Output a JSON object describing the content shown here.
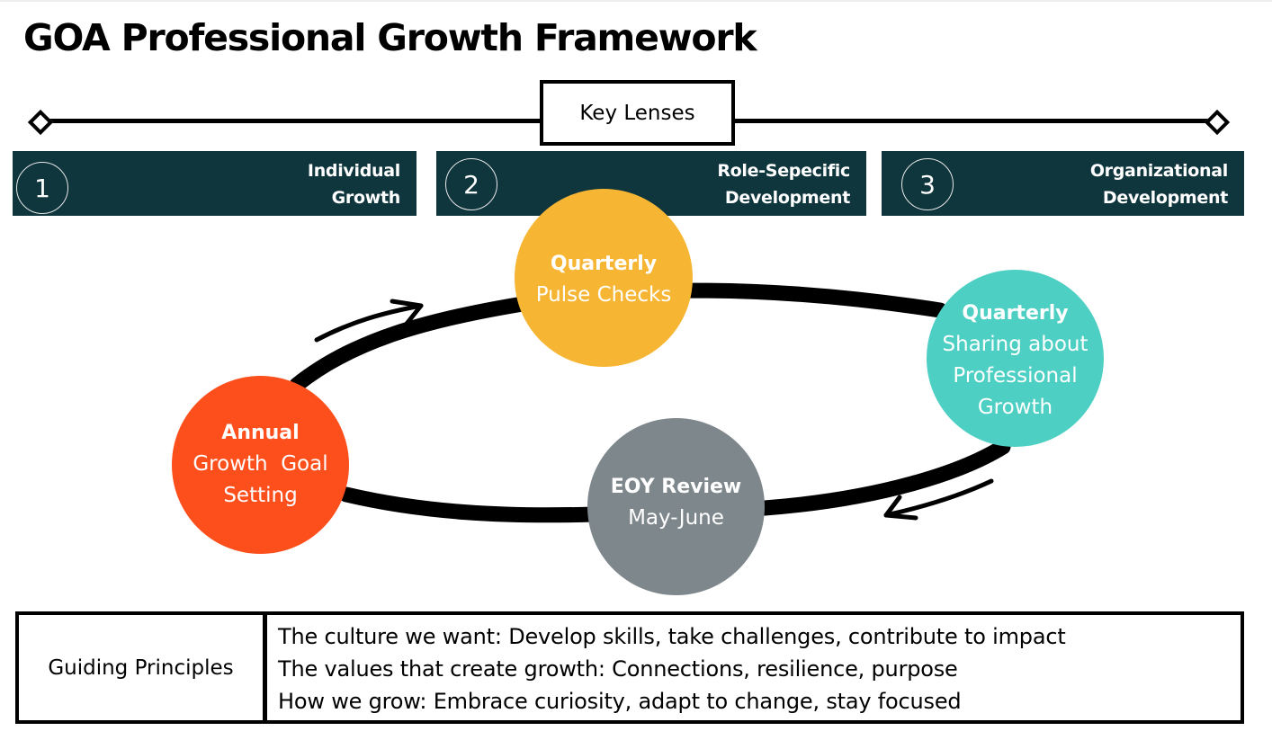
{
  "title": "GOA Professional Growth Framework",
  "key_lenses": {
    "label": "Key Lenses",
    "items": [
      {
        "number": "1",
        "line1": "Individual",
        "line2": "Growth"
      },
      {
        "number": "2",
        "line1": "Role-Sepecific",
        "line2": "Development"
      },
      {
        "number": "3",
        "line1": "Organizational",
        "line2": "Development"
      }
    ]
  },
  "cycle": {
    "nodes": [
      {
        "id": "pulse",
        "bold": "Quarterly",
        "lines": [
          "Pulse Checks"
        ],
        "color": "#f6b634"
      },
      {
        "id": "share",
        "bold": "Quarterly",
        "lines": [
          "Sharing about",
          "Professional",
          "Growth"
        ],
        "color": "#4ecfc3"
      },
      {
        "id": "eoy",
        "bold": "EOY Review",
        "lines": [
          "May-June"
        ],
        "color": "#7e878c"
      },
      {
        "id": "annual",
        "bold": "Annual",
        "lines": [
          "Growth  Goal",
          "Setting"
        ],
        "color": "#fc4f1c"
      }
    ],
    "direction": "clockwise"
  },
  "guiding_principles": {
    "label": "Guiding Principles",
    "items": [
      "The culture we want: Develop skills, take challenges, contribute to impact",
      "The values that create growth: Connections, resilience, purpose",
      "How we grow: Embrace curiosity, adapt to change, stay focused"
    ]
  },
  "colors": {
    "lens_bg": "#0f353d",
    "text_primary": "#000000"
  }
}
